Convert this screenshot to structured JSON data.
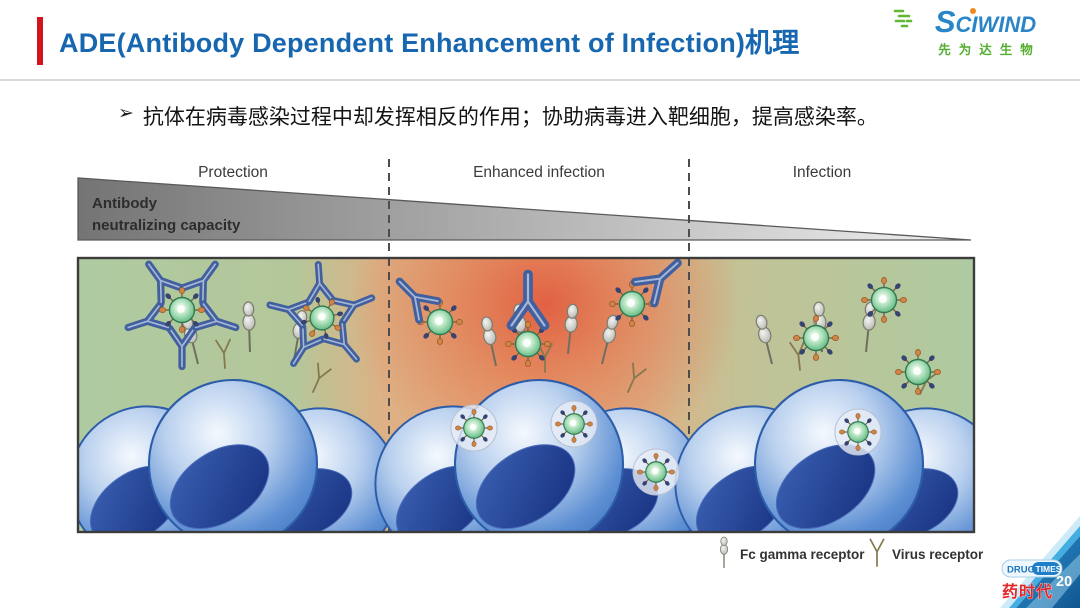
{
  "slide": {
    "title": "ADE(Antibody Dependent Enhancement of Infection)机理",
    "page_number": "20"
  },
  "logo": {
    "brand": "Sciwind",
    "subtitle": "先为达生物",
    "brand_color": "#2a85c8",
    "subtitle_color": "#53ae2f"
  },
  "bullet": {
    "marker": "➢",
    "text": "抗体在病毒感染过程中却发挥相反的作用；协助病毒进入靶细胞，提高感染率。"
  },
  "figure": {
    "capacity_label_line1": "Antibody",
    "capacity_label_line2": "neutralizing capacity",
    "phases": [
      {
        "label": "Protection"
      },
      {
        "label": "Enhanced infection"
      },
      {
        "label": "Infection"
      }
    ],
    "legend": [
      {
        "icon": "fc-gamma-receptor-icon",
        "label": "Fc gamma receptor"
      },
      {
        "icon": "virus-receptor-icon",
        "label": "Virus receptor"
      }
    ],
    "colors": {
      "protection_bg": "#aecaa0",
      "enhanced_bg": "#e6ab7c",
      "enhanced_glow": "#e05a3c",
      "cell": "#4478c0",
      "nucleus": "#1d3a8e",
      "virus": "#7ec897",
      "antibody": "#41609d",
      "receptor_gray": "#c9c9c4"
    }
  },
  "watermark": {
    "badge_left": "DRUG",
    "badge_right": "TIMES",
    "name_cn": "药时代"
  }
}
